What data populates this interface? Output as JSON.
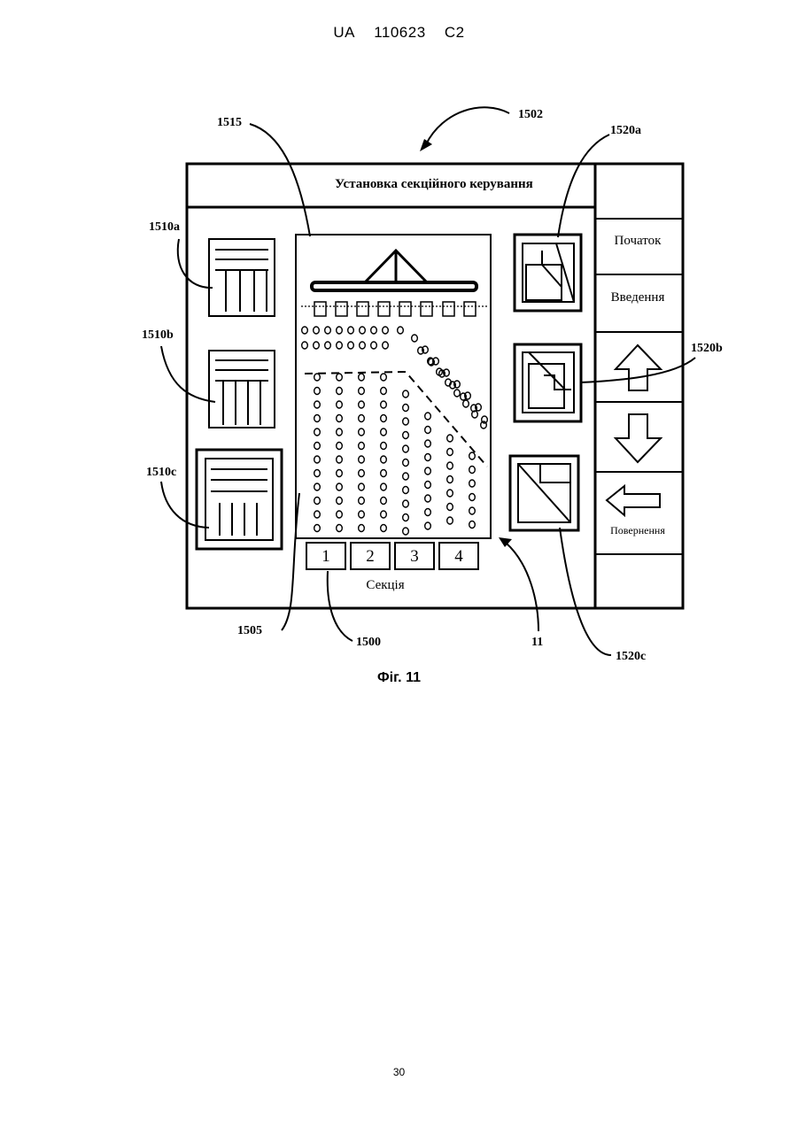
{
  "header": {
    "country": "UA",
    "number": "110623",
    "kind": "C2"
  },
  "screen": {
    "title": "Установка секційного керування",
    "menu": {
      "start": "Початок",
      "input": "Введення",
      "return": "Повернення"
    },
    "sections": [
      "1",
      "2",
      "3",
      "4"
    ],
    "section_caption": "Секція"
  },
  "refs": {
    "r1502": "1502",
    "r1515": "1515",
    "r1520a": "1520a",
    "r1510a": "1510a",
    "r1510b": "1510b",
    "r1510c": "1510c",
    "r1520b": "1520b",
    "r1520c": "1520c",
    "r1505": "1505",
    "r1500": "1500",
    "r11": "11"
  },
  "caption": "Фіг. 11",
  "page_number": "30"
}
